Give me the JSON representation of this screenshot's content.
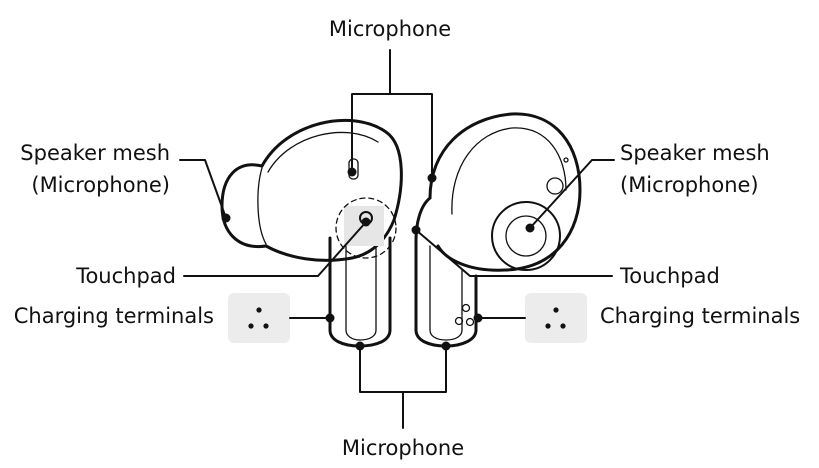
{
  "labels": {
    "mic_top": "Microphone",
    "mic_bottom": "Microphone",
    "speaker_left_line1": "Speaker mesh",
    "speaker_left_line2": "(Microphone)",
    "speaker_right_line1": "Speaker mesh",
    "speaker_right_line2": "(Microphone)",
    "touchpad_left": "Touchpad",
    "touchpad_right": "Touchpad",
    "charging_left": "Charging terminals",
    "charging_right": "Charging terminals"
  },
  "colors": {
    "line": "#111111",
    "terminal_box": "#ececec",
    "touchpad_fill": "#e6e6e6",
    "background": "#ffffff"
  }
}
